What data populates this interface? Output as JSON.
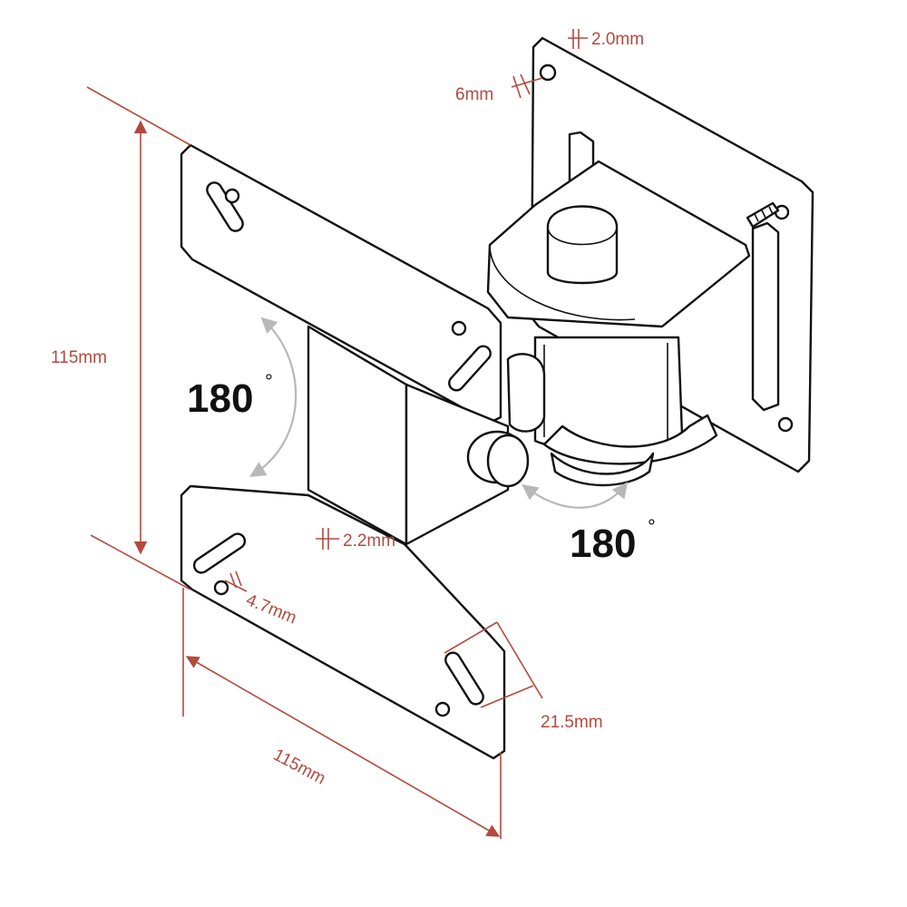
{
  "colors": {
    "dimension": "#b24a3e",
    "outline": "#111111",
    "rotation_arc": "#b8b8b8"
  },
  "dimensions": {
    "height": "115mm",
    "width": "115mm",
    "plate_thickness_top": "2.0mm",
    "hole_diameter": "6mm",
    "arm_thickness": "2.2mm",
    "hole_small": "4.7mm",
    "slot_spacing": "21.5mm"
  },
  "rotations": {
    "tilt": {
      "value": "180",
      "unit": "°"
    },
    "swivel": {
      "value": "180",
      "unit": "°"
    }
  }
}
